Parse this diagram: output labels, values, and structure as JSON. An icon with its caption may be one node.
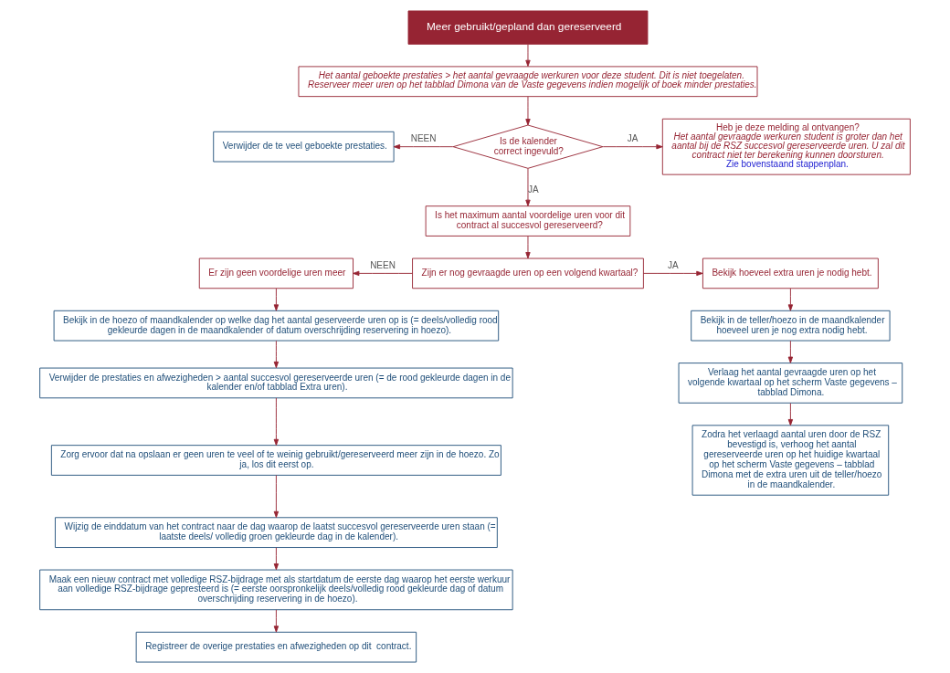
{
  "diagram": {
    "nodes": [
      {
        "text": [
          "Meer gebruikt/gepland dan gereserveerd"
        ]
      },
      {
        "text": [
          "Het aantal geboekte prestaties > het aantal gevraagde werkuren voor deze student. Dit is niet toegelaten. Reserveer meer uren op het tabblad Dimona van de Vaste gegevens indien mogelijk of boek minder prestaties."
        ]
      },
      {
        "text": [
          "Is de kalender correct ingevuld?"
        ]
      },
      {
        "text": [
          "Verwijder de te veel geboekte prestaties."
        ]
      },
      {
        "text": [
          "Heb je deze melding al ontvangen?",
          "Het aantal gevraagde werkuren student is groter dan het aantal bij de RSZ succesvol gereserveerde uren. U zal dit contract niet ter berekening kunnen doorsturen.",
          "Zie bovenstaand stappenplan."
        ]
      },
      {
        "text": [
          "Is het maximum aantal voordelige uren voor dit contract al succesvol gereserveerd?"
        ]
      },
      {
        "text": [
          "Zijn er nog gevraagde uren op een volgend kwartaal?"
        ]
      },
      {
        "text": [
          "Er zijn geen voordelige uren meer"
        ]
      },
      {
        "text": [
          "Bekijk hoeveel extra uren je nodig hebt."
        ]
      },
      {
        "text": [
          "Bekijk in de hoezo of maandkalender op welke dag het aantal geserveerde uren op is (= deels/volledig rood gekleurde dagen in de maandkalender of datum overschrijding reservering in hoezo)."
        ]
      },
      {
        "text": [
          "Verwijder de prestaties en afwezigheden > aantal succesvol gereserveerde uren (= de rood gekleurde dagen in de kalender en/of tabblad Extra uren)."
        ]
      },
      {
        "text": [
          "Zorg ervoor dat na opslaan er geen uren te veel of te weinig gebruikt/gereserveerd meer zijn in de hoezo. Zo ja, los dit eerst op."
        ]
      },
      {
        "text": [
          "Wijzig de einddatum van het contract naar de dag waarop de laatst succesvol gereserveerde uren staan (= laatste deels/ volledig groen gekleurde dag in de kalender)."
        ]
      },
      {
        "text": [
          "Maak een nieuw contract met volledige RSZ-bijdrage met als startdatum de eerste dag waarop het eerste werkuur aan volledige RSZ-bijdrage gepresteerd is (= eerste oorspronkelijk deels/volledig rood gekleurde dag of datum overschrijding reservering in de hoezo)."
        ]
      },
      {
        "text": [
          "Registreer de overige prestaties en afwezigheden op dit  contract."
        ]
      },
      {
        "text": [
          "Bekijk in de teller/hoezo in de maandkalender hoeveel uren je nog extra nodig hebt."
        ]
      },
      {
        "text": [
          "Verlaag het aantal gevraagde uren op het volgende kwartaal op het scherm Vaste gegevens – tabblad Dimona."
        ]
      },
      {
        "text": [
          "Zodra het verlaagd aantal uren door de RSZ bevestigd is, verhoog het aantal gereserveerde uren op het huidige kwartaal op het scherm Vaste gegevens – tabblad Dimona met de extra uren uit de teller/hoezo in de maandkalender."
        ]
      }
    ],
    "edges": [
      {
        "from": 0,
        "to": 1,
        "arrow": "to"
      },
      {
        "from": 1,
        "to": 2,
        "arrow": "to"
      },
      {
        "from": 2,
        "to": 3,
        "arrow": "to",
        "label": "NEEN"
      },
      {
        "from": 2,
        "to": 4,
        "arrow": "to",
        "label": "JA"
      },
      {
        "from": 2,
        "to": 5,
        "arrow": "to",
        "label": "JA"
      },
      {
        "from": 5,
        "to": 6,
        "arrow": "to"
      },
      {
        "from": 6,
        "to": 7,
        "arrow": "to",
        "label": "NEEN"
      },
      {
        "from": 6,
        "to": 8,
        "arrow": "to",
        "label": "JA"
      },
      {
        "from": 7,
        "to": 9,
        "arrow": "to"
      },
      {
        "from": 9,
        "to": 10,
        "arrow": "to"
      },
      {
        "from": 10,
        "to": 11,
        "arrow": "to"
      },
      {
        "from": 11,
        "to": 12,
        "arrow": "to"
      },
      {
        "from": 12,
        "to": 13,
        "arrow": "to"
      },
      {
        "from": 13,
        "to": 14,
        "arrow": "to"
      },
      {
        "from": 8,
        "to": 15,
        "arrow": "to"
      },
      {
        "from": 15,
        "to": 16,
        "arrow": "to"
      },
      {
        "from": 16,
        "to": 17,
        "arrow": "to"
      }
    ]
  }
}
